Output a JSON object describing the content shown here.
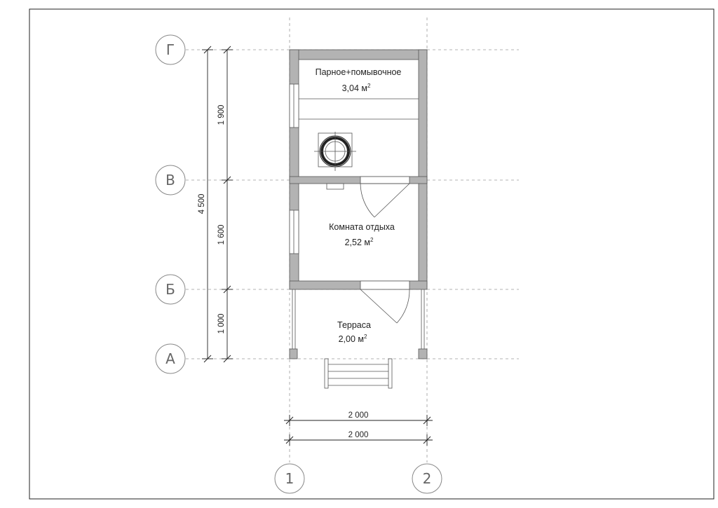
{
  "axes_letters": [
    "Г",
    "В",
    "Б",
    "А"
  ],
  "axes_numbers": [
    "1",
    "2"
  ],
  "dimensions": {
    "vertical_total": "4 500",
    "vertical_segments": [
      "1 900",
      "1 600",
      "1 000"
    ],
    "horizontal": [
      "2 000",
      "2 000"
    ]
  },
  "rooms": [
    {
      "name": "Парное+помывочное",
      "area": "3,04 м",
      "unit_sup": "2"
    },
    {
      "name": "Комната отдыха",
      "area": "2,52 м",
      "unit_sup": "2"
    },
    {
      "name": "Терраса",
      "area": "2,00 м",
      "unit_sup": "2"
    }
  ]
}
